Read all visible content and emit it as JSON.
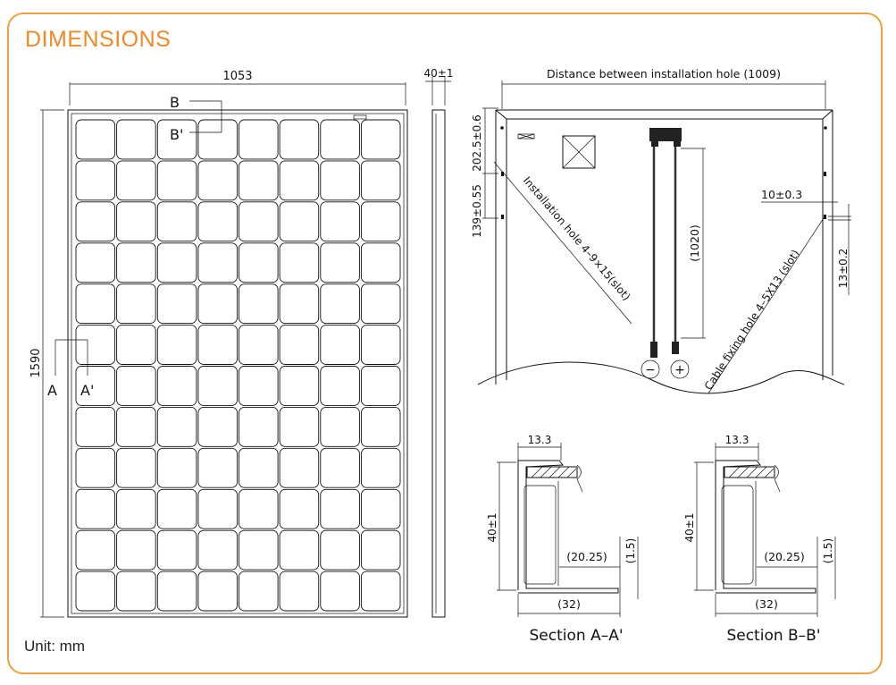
{
  "title": "DIMENSIONS",
  "unit_label": "Unit: mm",
  "front_view": {
    "width_label": "1053",
    "height_label": "1590",
    "section_b": "B",
    "section_b_prime": "B'",
    "section_a": "A",
    "section_a_prime": "A'",
    "cell_columns": 8,
    "cell_rows": 12
  },
  "side_view": {
    "thickness_label": "40±1"
  },
  "back_view": {
    "hole_distance_label": "Distance between installation hole (1009)",
    "dim_top": "202.5±0.6",
    "dim_hole_spacing": "139±0.55",
    "installation_hole": "Installation hole 4–9×15(slot)",
    "cable_length": "(1020)",
    "cable_fixing_hole": "Cable fixing hole 4–5X13 (slot)",
    "dim_edge": "10±0.3",
    "dim_slot": "13±0.2",
    "negative": "−",
    "positive": "+"
  },
  "sections": [
    {
      "title": "Section A–A'",
      "lip": "13.3",
      "height": "40±1",
      "flange": "(20.25)",
      "thickness": "(1.5)",
      "width": "(32)"
    },
    {
      "title": "Section B–B'",
      "lip": "13.3",
      "height": "40±1",
      "flange": "(20.25)",
      "thickness": "(1.5)",
      "width": "(32)"
    }
  ],
  "colors": {
    "accent": "#ee8a2a",
    "border": "#f0a040",
    "line": "#111111"
  }
}
